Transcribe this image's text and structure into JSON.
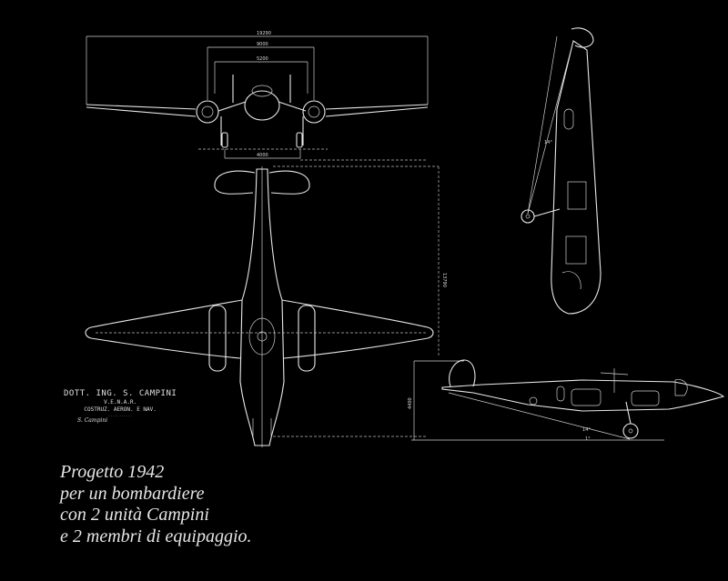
{
  "drawing": {
    "front_view": {
      "dimensions": [
        "19290",
        "9000",
        "5200",
        "4000"
      ]
    },
    "plan_view": {
      "dimensions": [
        "13790"
      ]
    },
    "side_view": {
      "dimensions": [
        "4400"
      ],
      "angle_labels": [
        "14°",
        "1°"
      ]
    },
    "upright_view": {
      "angle_labels": [
        "14°"
      ]
    }
  },
  "signature_block": {
    "line1": "DOTT. ING. S. CAMPINI",
    "line2": "V.E.N.A.R.",
    "line3": "COSTRUZ. AERON. E NAV.",
    "line4": "...........",
    "signature": "S. Campini"
  },
  "caption": {
    "lines": [
      "Progetto 1942",
      "per un bombardiere",
      "con 2 unità Campini",
      "e 2 membri di equipaggio."
    ]
  }
}
